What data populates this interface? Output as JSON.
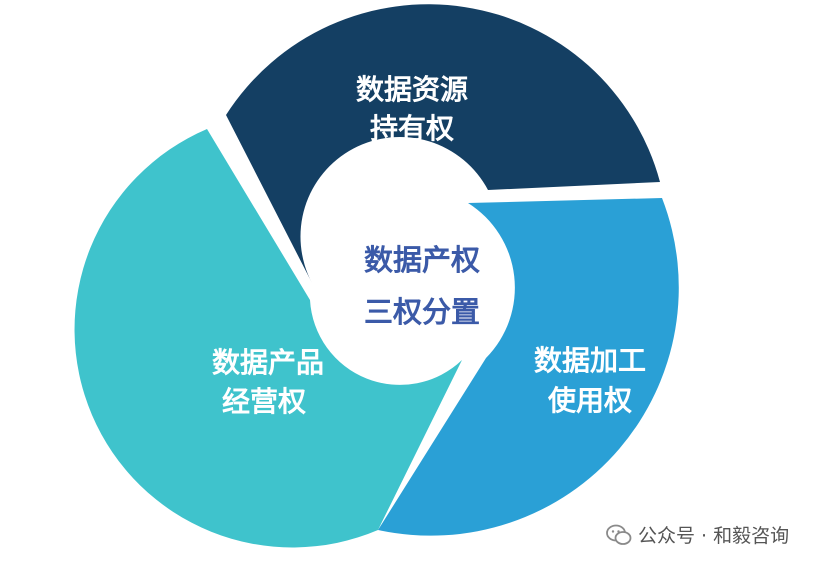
{
  "diagram": {
    "center": {
      "line1": "数据产权",
      "line2": "三权分置"
    },
    "segments": [
      {
        "line1": "数据资源",
        "line2": "持有权",
        "color": "#143f63"
      },
      {
        "line1": "数据加工",
        "line2": "使用权",
        "color": "#2aa0d6"
      },
      {
        "line1": "数据产品",
        "line2": "经营权",
        "color": "#3fc3cc"
      }
    ]
  },
  "watermark": {
    "text": "公众号 · 和毅咨询",
    "icon": "wechat-icon"
  }
}
